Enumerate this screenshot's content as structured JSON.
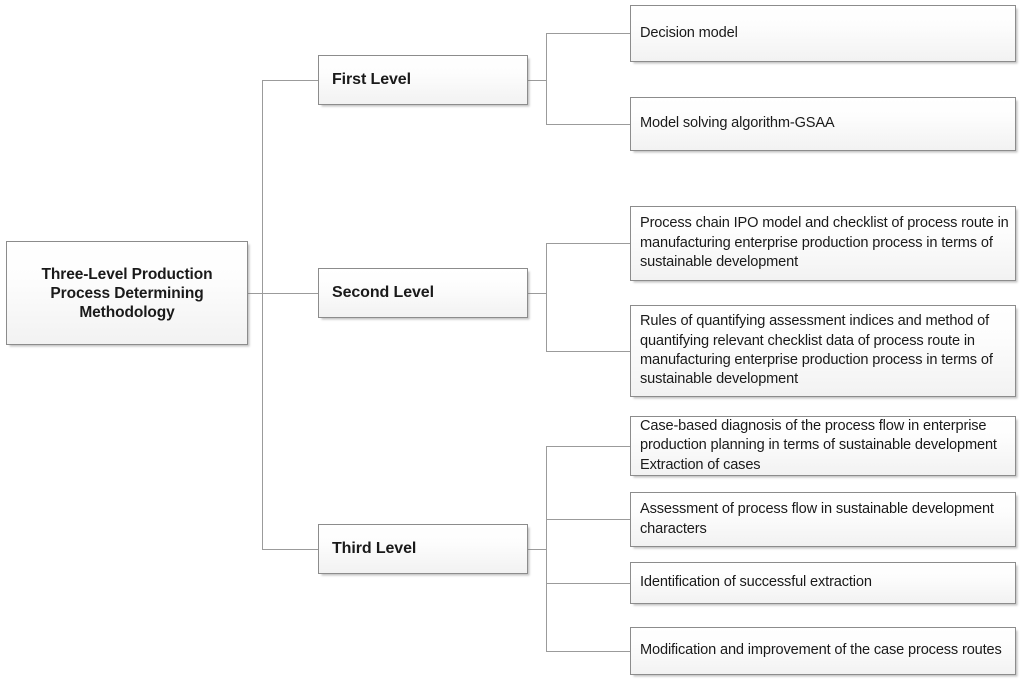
{
  "diagram": {
    "title": "Three-Level Production Process Determining Methodology",
    "root": {
      "label": "Three-Level Production\nProcess Determining\nMethodology"
    },
    "levels": [
      {
        "label": "First Level"
      },
      {
        "label": "Second Level"
      },
      {
        "label": "Third Level"
      }
    ],
    "first_level_items": [
      {
        "label": "Decision model"
      },
      {
        "label": "Model solving algorithm-GSAA"
      }
    ],
    "second_level_items": [
      {
        "label": "Process chain IPO model and checklist of process route in manufacturing enterprise production process in terms of sustainable development"
      },
      {
        "label": "Rules of quantifying assessment indices and method of quantifying relevant checklist data of process route in manufacturing enterprise production process in terms of sustainable development"
      }
    ],
    "third_level_items": [
      {
        "label": "Case-based diagnosis of the process flow in enterprise production planning in terms of sustainable development Extraction of cases"
      },
      {
        "label": "Assessment of process flow in sustainable development characters"
      },
      {
        "label": "Identification of successful extraction"
      },
      {
        "label": "Modification and improvement of the case process routes"
      }
    ],
    "colors": {
      "box_border": "#8c8c8c",
      "box_fill_top": "#ffffff",
      "box_fill_bottom": "#f2f2f2",
      "connector": "#9b9b9b",
      "text": "#1a1a1a",
      "background": "#ffffff"
    }
  }
}
